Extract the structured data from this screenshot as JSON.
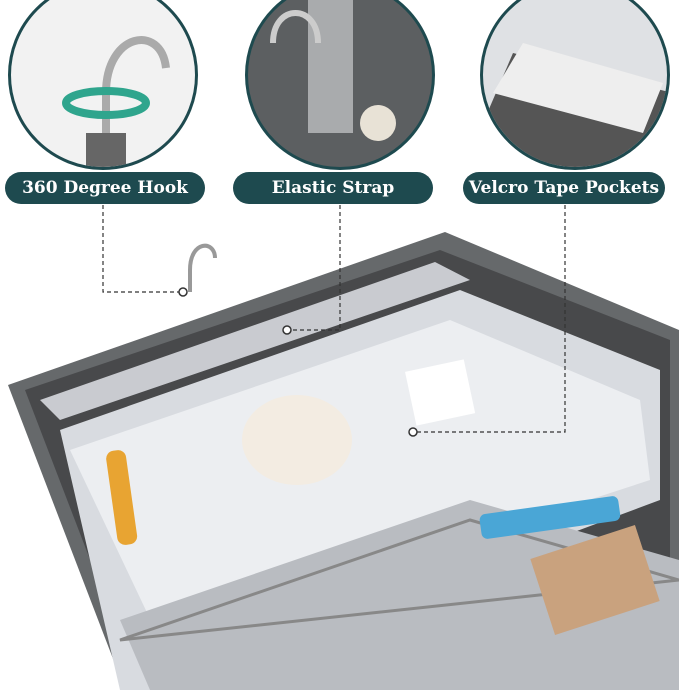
{
  "callouts": [
    {
      "label": "360 Degree Hook"
    },
    {
      "label": "Elastic Strap"
    },
    {
      "label": "Velcro Tape Pockets"
    }
  ],
  "colors": {
    "label_bg": "#1e4a4f",
    "bag_gray": "#6b6e70",
    "accent_teal": "#2fa58d"
  }
}
